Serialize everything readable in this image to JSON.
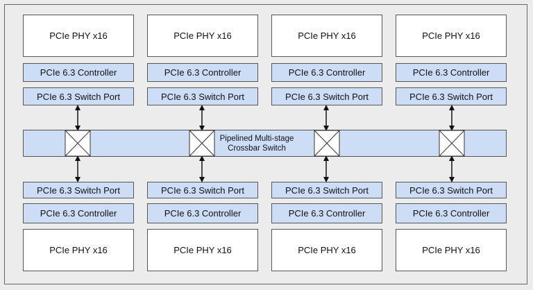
{
  "top_columns": [
    {
      "phy": "PCIe PHY x16",
      "controller": "PCIe 6.3 Controller",
      "port": "PCIe 6.3 Switch Port"
    },
    {
      "phy": "PCIe PHY x16",
      "controller": "PCIe 6.3 Controller",
      "port": "PCIe 6.3 Switch Port"
    },
    {
      "phy": "PCIe PHY x16",
      "controller": "PCIe 6.3 Controller",
      "port": "PCIe 6.3 Switch Port"
    },
    {
      "phy": "PCIe PHY x16",
      "controller": "PCIe 6.3 Controller",
      "port": "PCIe 6.3 Switch Port"
    }
  ],
  "bottom_columns": [
    {
      "port": "PCIe 6.3 Switch Port",
      "controller": "PCIe 6.3 Controller",
      "phy": "PCIe PHY x16"
    },
    {
      "port": "PCIe 6.3 Switch Port",
      "controller": "PCIe 6.3 Controller",
      "phy": "PCIe PHY x16"
    },
    {
      "port": "PCIe 6.3 Switch Port",
      "controller": "PCIe 6.3 Controller",
      "phy": "PCIe PHY x16"
    },
    {
      "port": "PCIe 6.3 Switch Port",
      "controller": "PCIe 6.3 Controller",
      "phy": "PCIe PHY x16"
    }
  ],
  "crossbar": {
    "label_line1": "Pipelined Multi-stage",
    "label_line2": "Crossbar Switch"
  },
  "colors": {
    "block_fill": "#cdddf5",
    "phy_fill": "#ffffff",
    "border": "#555555",
    "background": "#ececec"
  }
}
